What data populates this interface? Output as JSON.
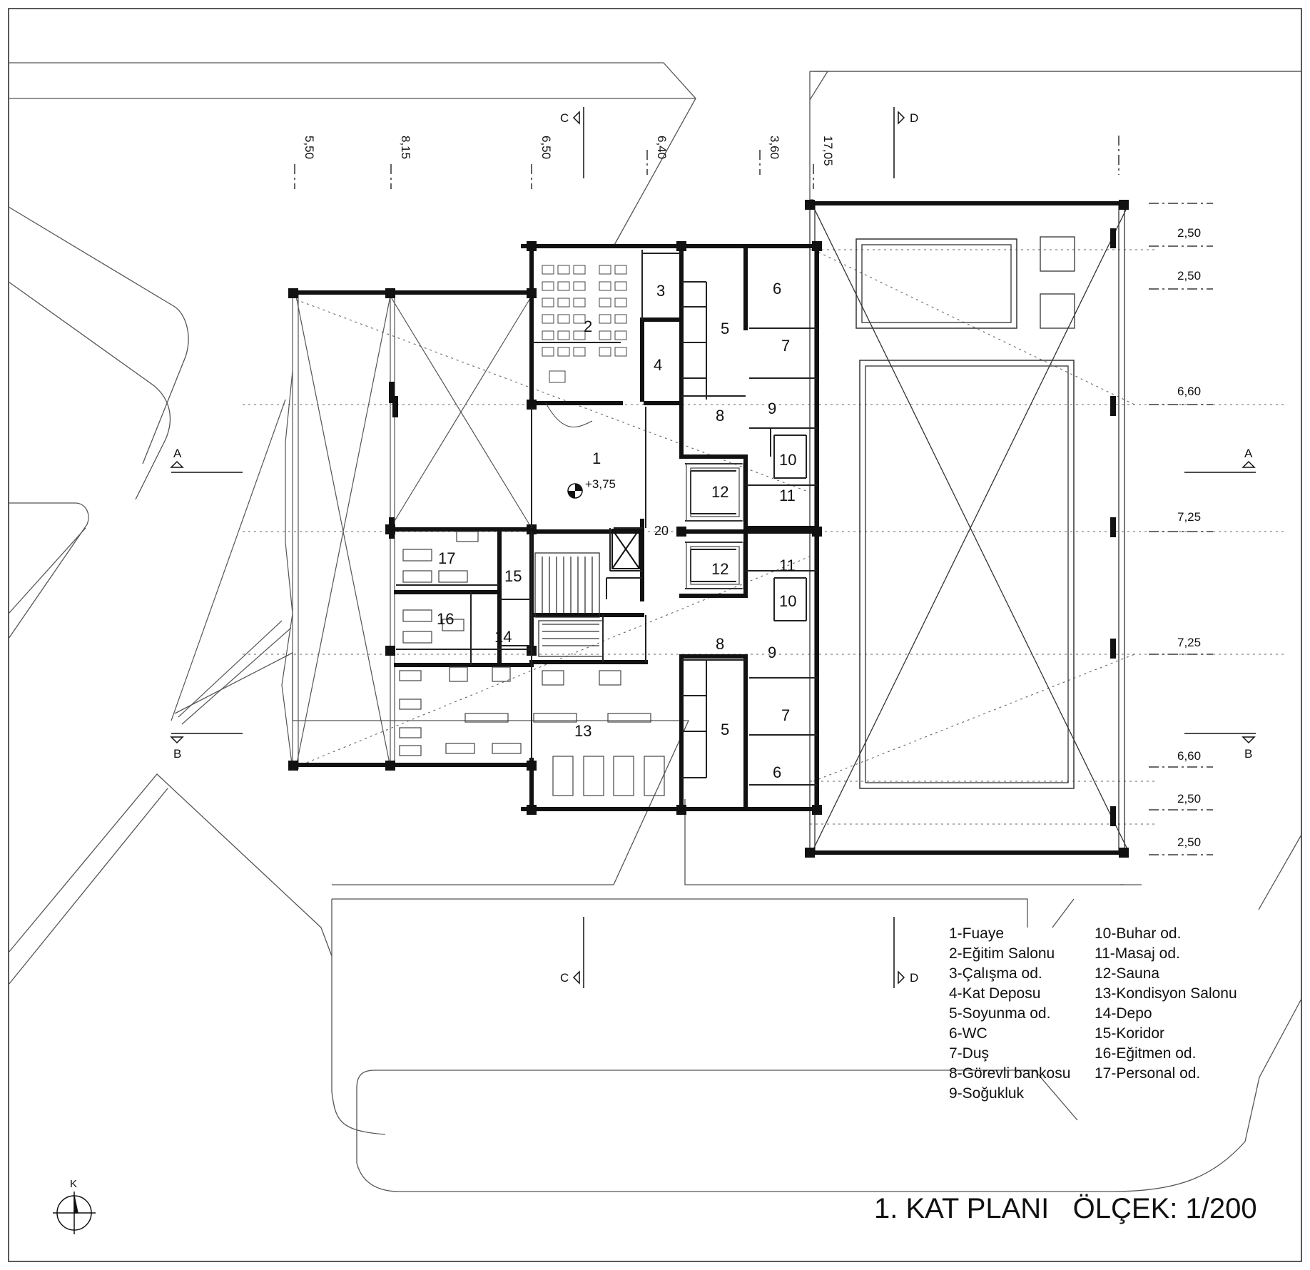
{
  "title": {
    "plan": "1. KAT PLANI",
    "scale": "ÖLÇEK: 1/200"
  },
  "north_label": "K",
  "elevation_marker": "+3,75",
  "section_marks": {
    "a": "A",
    "b": "B",
    "c": "C",
    "d": "D"
  },
  "top_dimensions": [
    "5,50",
    "8,15",
    "6,50",
    "6,40",
    "3,60",
    "17,05"
  ],
  "right_dimensions": [
    "2,50",
    "2,50",
    "6,60",
    "7,25",
    "7,25",
    "6,60",
    "2,50",
    "2,50"
  ],
  "room_numbers": [
    "1",
    "2",
    "3",
    "4",
    "5",
    "6",
    "7",
    "8",
    "9",
    "10",
    "11",
    "12",
    "13",
    "14",
    "15",
    "16",
    "17",
    "20"
  ],
  "legend_left": [
    "1-Fuaye",
    "2-Eğitim Salonu",
    "3-Çalışma od.",
    "4-Kat Deposu",
    "5-Soyunma od.",
    "6-WC",
    "7-Duş",
    "8-Görevli bankosu",
    "9-Soğukluk"
  ],
  "legend_right": [
    "10-Buhar od.",
    "11-Masaj od.",
    "12-Sauna",
    "13-Kondisyon Salonu",
    "14-Depo",
    "15-Koridor",
    "16-Eğitmen od.",
    "17-Personal od."
  ]
}
